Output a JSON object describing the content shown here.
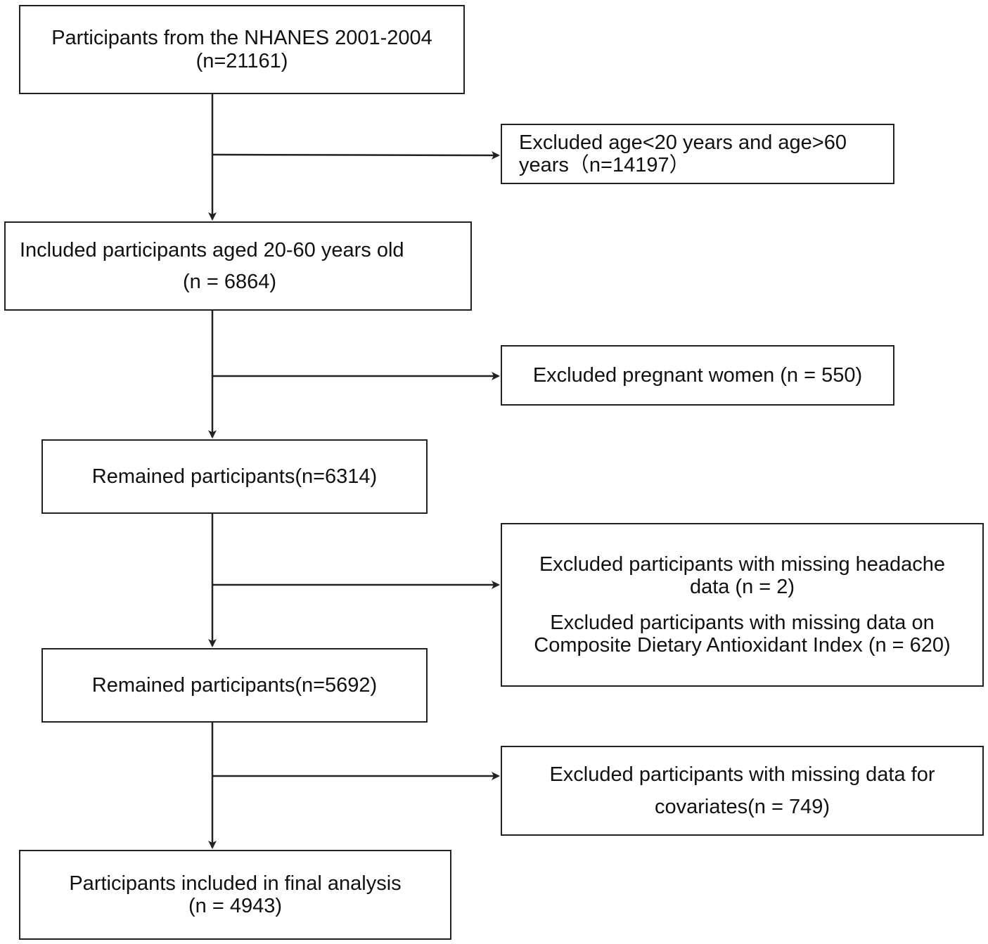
{
  "flowchart": {
    "main_boxes": [
      {
        "id": "start",
        "lines": [
          "Participants from the NHANES 2001-2004",
          "(n=21161)"
        ]
      },
      {
        "id": "aged",
        "lines": [
          "Included participants aged 20-60 years old",
          "(n = 6864)"
        ]
      },
      {
        "id": "remain1",
        "lines": [
          "Remained participants(n=6314)"
        ]
      },
      {
        "id": "remain2",
        "lines": [
          "Remained participants(n=5692)"
        ]
      },
      {
        "id": "final",
        "lines": [
          "Participants included in final analysis",
          "(n = 4943)"
        ]
      }
    ],
    "exclusion_boxes": [
      {
        "id": "excl-age",
        "lines": [
          "Excluded age<20 years and age>60",
          "years（n=14197）"
        ]
      },
      {
        "id": "excl-pregnant",
        "lines": [
          "Excluded pregnant women (n = 550)"
        ]
      },
      {
        "id": "excl-missing",
        "lines": [
          "Excluded participants with missing headache",
          "data (n = 2)",
          "Excluded participants with missing data on",
          "Composite Dietary Antioxidant Index (n = 620)"
        ]
      },
      {
        "id": "excl-covariates",
        "lines": [
          "Excluded participants with missing data for",
          "covariates(n = 749)"
        ]
      }
    ]
  }
}
